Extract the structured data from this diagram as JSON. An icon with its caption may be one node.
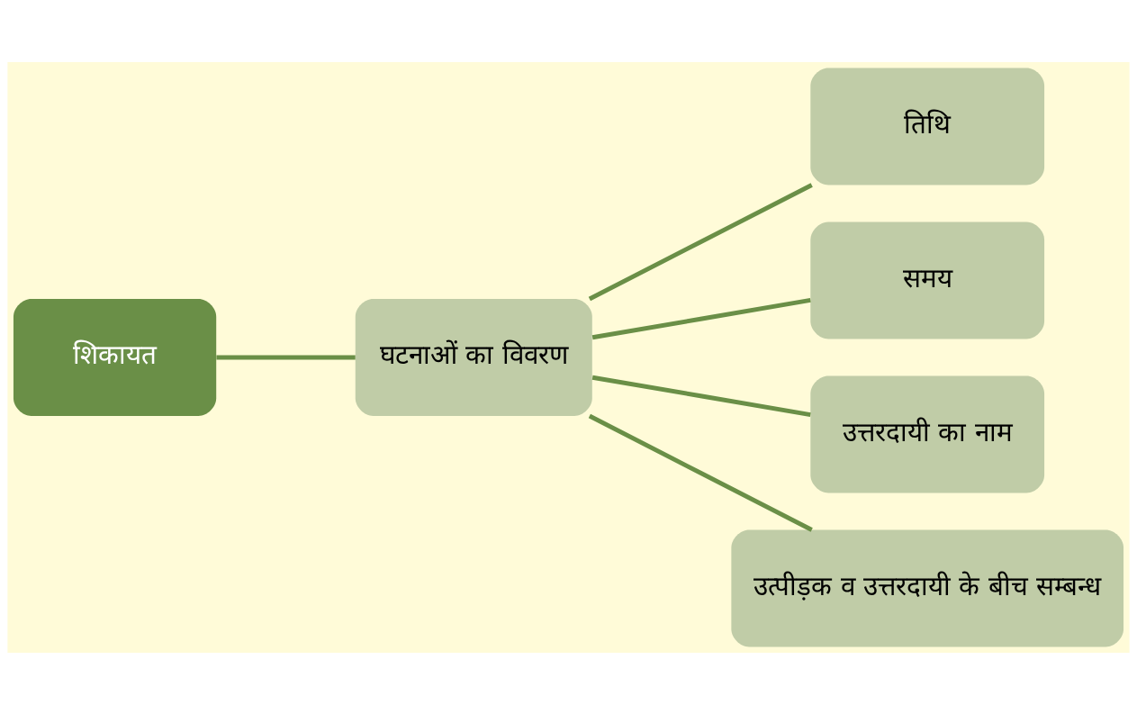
{
  "diagram": {
    "nodes": [
      {
        "text": [
          "शिकायत"
        ]
      },
      {
        "text": [
          "घटनाओं का विवरण"
        ]
      },
      {
        "text": [
          "तिथि"
        ]
      },
      {
        "text": [
          "समय"
        ]
      },
      {
        "text": [
          "उत्तरदायी का नाम"
        ]
      },
      {
        "text": [
          "उत्पीड़क व उत्तरदायी के बीच सम्बन्ध"
        ]
      }
    ],
    "edges": [
      {
        "from": 0,
        "to": 1,
        "arrow": "none"
      },
      {
        "from": 1,
        "to": 2,
        "arrow": "none"
      },
      {
        "from": 1,
        "to": 3,
        "arrow": "none"
      },
      {
        "from": 1,
        "to": 4,
        "arrow": "none"
      },
      {
        "from": 1,
        "to": 5,
        "arrow": "none"
      }
    ]
  }
}
